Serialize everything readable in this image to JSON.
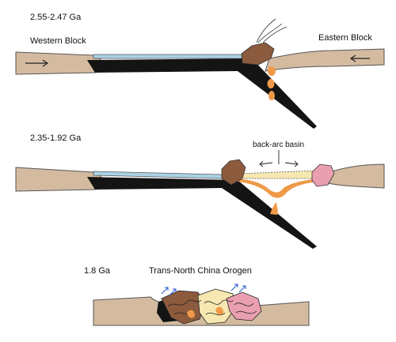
{
  "stage1": {
    "age": "2.55-2.47 Ga",
    "western_block": "Western Block",
    "eastern_block": "Eastern Block"
  },
  "stage2": {
    "age": "2.35-1.92 Ga",
    "back_arc_basin": "back-arc basin"
  },
  "stage3": {
    "age": "1.8 Ga",
    "orogen": "Trans-North China Orogen"
  },
  "colors": {
    "crust": "#d4bba0",
    "ocean": "#a9d2e6",
    "slab": "#141414",
    "arc": "#8c5a3c",
    "magma": "#ef9a48",
    "back_arc_crust": "#f6e8b0",
    "pink_block": "#ea9fb0"
  }
}
